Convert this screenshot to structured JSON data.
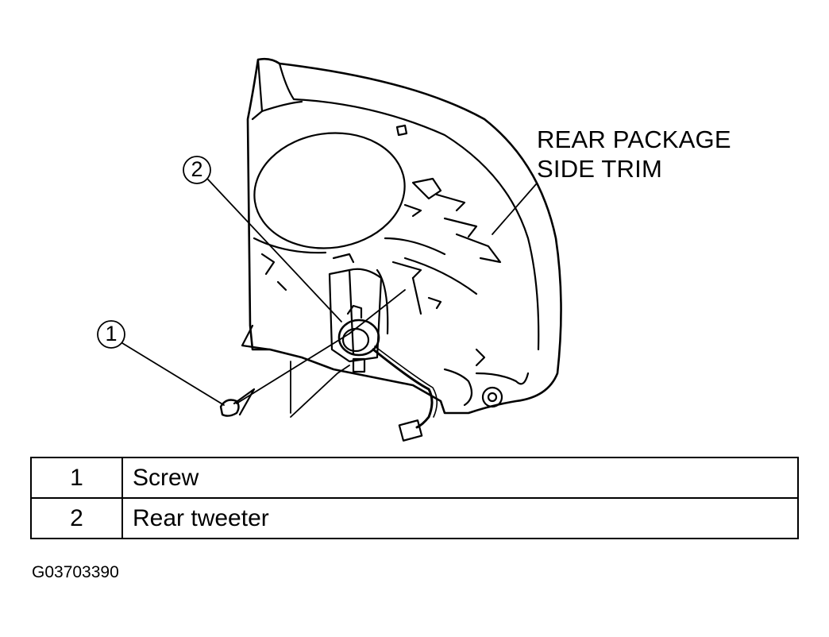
{
  "diagram": {
    "part_label_line1": "REAR PACKAGE",
    "part_label_line2": "SIDE TRIM",
    "callouts": [
      "1",
      "2"
    ]
  },
  "legend": {
    "rows": [
      {
        "num": "1",
        "desc": "Screw"
      },
      {
        "num": "2",
        "desc": "Rear tweeter"
      }
    ]
  },
  "figure_id": "G03703390"
}
